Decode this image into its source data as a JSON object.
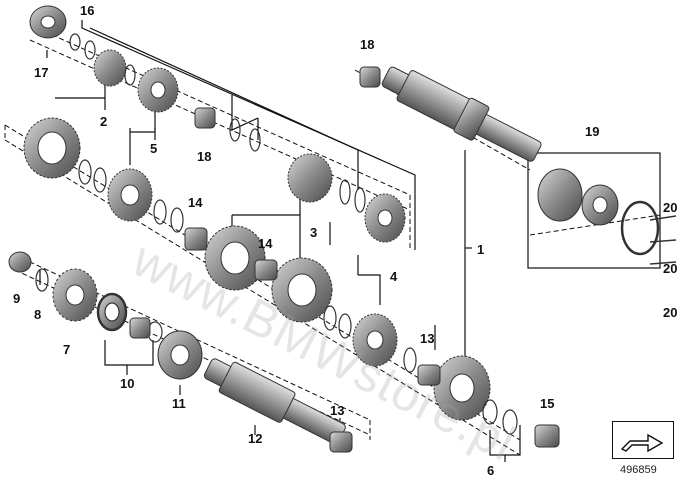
{
  "diagram": {
    "watermark": "www.BMWstore.pl",
    "image_number": "496859",
    "part_labels": {
      "p17": "17",
      "p16": "16",
      "p18a": "18",
      "p18b": "18",
      "p2": "2",
      "p5": "5",
      "p19": "19",
      "p14a": "14",
      "p14b": "14",
      "p3": "3",
      "p1": "1",
      "p20a": "20",
      "p20b": "20",
      "p20c": "20",
      "p9": "9",
      "p8": "8",
      "p4": "4",
      "p7": "7",
      "p13a": "13",
      "p13b": "13",
      "p10": "10",
      "p11": "11",
      "p15": "15",
      "p12": "12",
      "p6": "6"
    },
    "colors": {
      "line": "#111111",
      "metal_dark": "#5a5a5a",
      "metal_mid": "#8a8a8a",
      "metal_light": "#c8c8c8"
    },
    "icons": [
      "navigation-arrow-icon"
    ]
  }
}
